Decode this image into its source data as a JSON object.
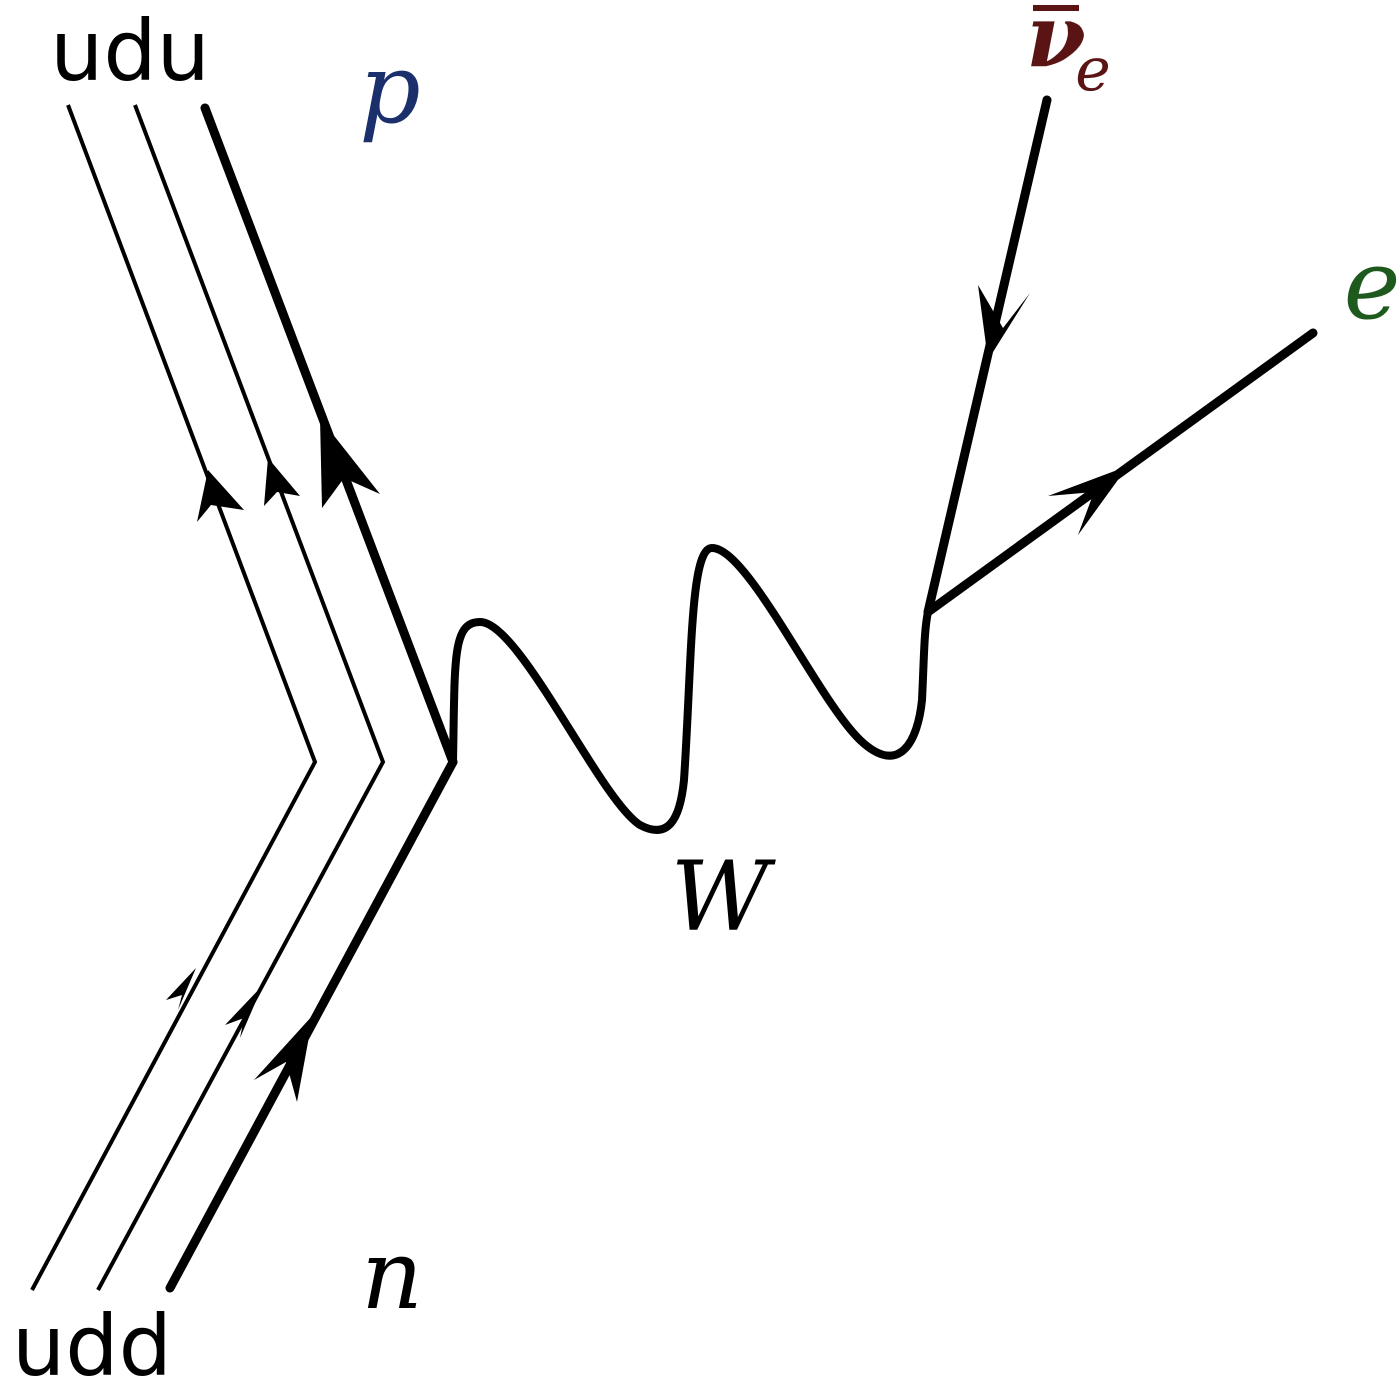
{
  "labels": {
    "top_quarks": "udu",
    "bottom_quarks": "udd",
    "proton": "p",
    "neutron": "n",
    "boson": "W",
    "antineutrino": "ν",
    "antineutrino_subscript": "e",
    "electron": "e"
  },
  "colors": {
    "lines": "#000000",
    "proton": "#1a2f6b",
    "neutron": "#000000",
    "boson": "#000000",
    "antineutrino": "#5a1414",
    "electron": "#1e5a1e"
  }
}
